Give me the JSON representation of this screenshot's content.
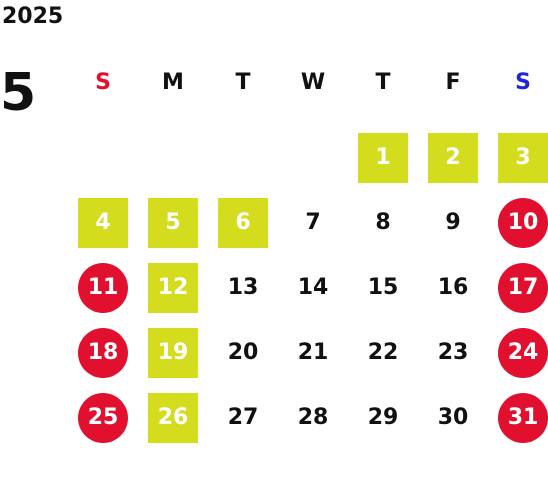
{
  "calendar": {
    "year": "2025",
    "month": "5",
    "weekdays": [
      {
        "label": "S",
        "color": "#e0102e"
      },
      {
        "label": "M",
        "color": "#111111"
      },
      {
        "label": "T",
        "color": "#111111"
      },
      {
        "label": "W",
        "color": "#111111"
      },
      {
        "label": "T",
        "color": "#111111"
      },
      {
        "label": "F",
        "color": "#111111"
      },
      {
        "label": "S",
        "color": "#1f26d6"
      }
    ],
    "first_weekday_index": 4,
    "days": [
      {
        "num": "1",
        "style": "highlight"
      },
      {
        "num": "2",
        "style": "highlight"
      },
      {
        "num": "3",
        "style": "highlight"
      },
      {
        "num": "4",
        "style": "highlight"
      },
      {
        "num": "5",
        "style": "highlight"
      },
      {
        "num": "6",
        "style": "highlight"
      },
      {
        "num": "7",
        "style": "plain"
      },
      {
        "num": "8",
        "style": "plain"
      },
      {
        "num": "9",
        "style": "plain"
      },
      {
        "num": "10",
        "style": "holiday"
      },
      {
        "num": "11",
        "style": "holiday"
      },
      {
        "num": "12",
        "style": "highlight"
      },
      {
        "num": "13",
        "style": "plain"
      },
      {
        "num": "14",
        "style": "plain"
      },
      {
        "num": "15",
        "style": "plain"
      },
      {
        "num": "16",
        "style": "plain"
      },
      {
        "num": "17",
        "style": "holiday"
      },
      {
        "num": "18",
        "style": "holiday"
      },
      {
        "num": "19",
        "style": "highlight"
      },
      {
        "num": "20",
        "style": "plain"
      },
      {
        "num": "21",
        "style": "plain"
      },
      {
        "num": "22",
        "style": "plain"
      },
      {
        "num": "23",
        "style": "plain"
      },
      {
        "num": "24",
        "style": "holiday"
      },
      {
        "num": "25",
        "style": "holiday"
      },
      {
        "num": "26",
        "style": "highlight"
      },
      {
        "num": "27",
        "style": "plain"
      },
      {
        "num": "28",
        "style": "plain"
      },
      {
        "num": "29",
        "style": "plain"
      },
      {
        "num": "30",
        "style": "plain"
      },
      {
        "num": "31",
        "style": "holiday"
      }
    ],
    "colors": {
      "highlight": "#d4dc1e",
      "holiday": "#e0102e",
      "text": "#111111"
    }
  }
}
